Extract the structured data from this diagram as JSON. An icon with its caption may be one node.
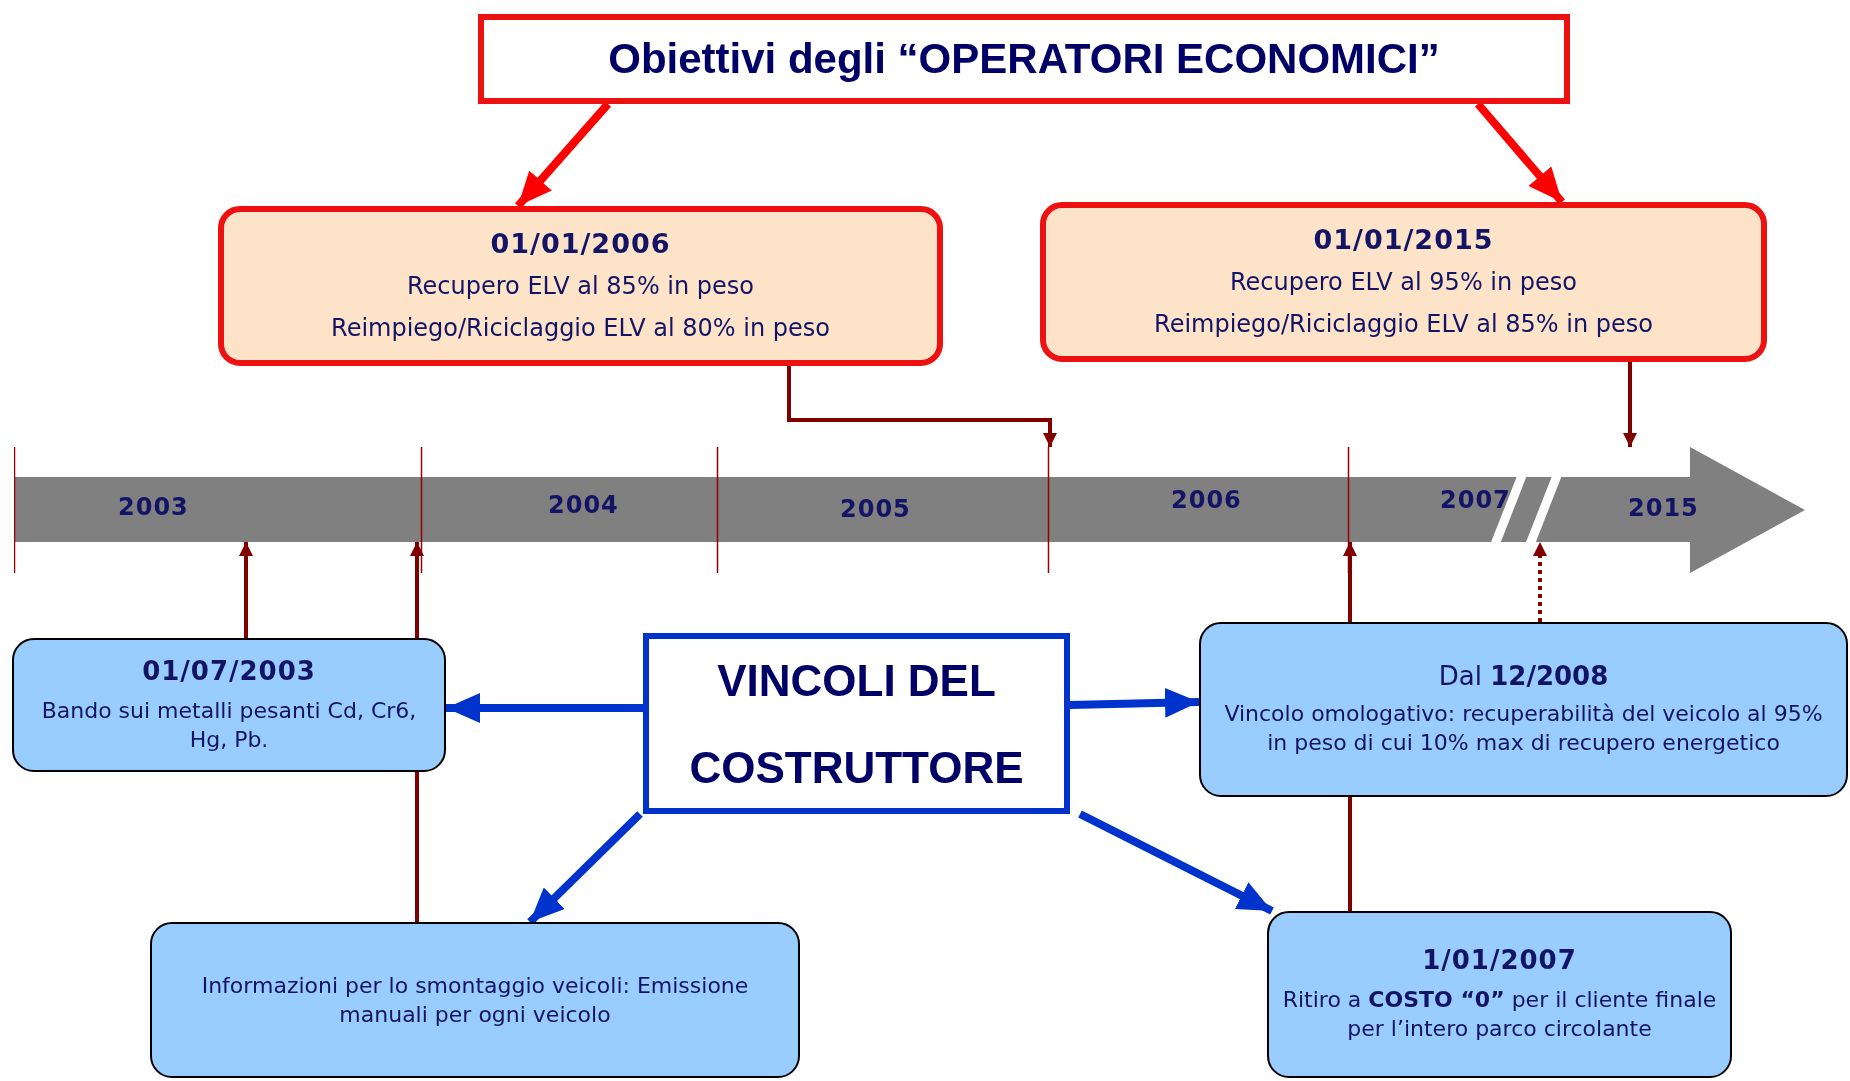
{
  "diagram": {
    "nodes": [
      {
        "text": [
          "Obiettivi degli “OPERATORI ECONOMICI”"
        ]
      },
      {
        "text": [
          "01/01/2006",
          "Recupero ELV al 85% in peso",
          "Reimpiego/Riciclaggio ELV al 80% in peso"
        ]
      },
      {
        "text": [
          "01/01/2015",
          "Recupero ELV al 95% in peso",
          "Reimpiego/Riciclaggio ELV al 85% in peso"
        ]
      },
      {
        "text": [],
        "shape": "arrow"
      },
      {
        "text": [
          "VINCOLI DEL COSTRUTTORE"
        ]
      },
      {
        "text": [
          "01/07/2003",
          "Bando sui metalli pesanti Cd, Cr6, Hg, Pb."
        ]
      },
      {
        "text": [
          "Dal **12/2008**",
          "Vincolo omologativo: recuperabilità del veicolo al 95% in peso di cui 10% max di recupero energetico"
        ]
      },
      {
        "text": [
          "Informazioni per lo smontaggio veicoli: Emissione manuali per ogni veicolo"
        ]
      },
      {
        "text": [
          "1/01/2007",
          "Ritiro a **COSTO “0”** per il cliente finale per l’intero parco circolante"
        ]
      }
    ],
    "edges": [
      {
        "from": 0,
        "to": 1,
        "arrow": "to",
        "style": "thick",
        "color": "#ff0000"
      },
      {
        "from": 0,
        "to": 2,
        "arrow": "to",
        "style": "thick",
        "color": "#ff0000"
      },
      {
        "from": 1,
        "to": 3,
        "arrow": "to"
      },
      {
        "from": 2,
        "to": 3,
        "arrow": "to"
      },
      {
        "from": 5,
        "to": 3,
        "arrow": "to"
      },
      {
        "from": 7,
        "to": 5,
        "arrow": "none"
      },
      {
        "from": 6,
        "to": 3,
        "arrow": "to",
        "style": "dashed"
      },
      {
        "from": 8,
        "to": 6,
        "arrow": "none"
      },
      {
        "from": 4,
        "to": 5,
        "arrow": "to",
        "style": "thick",
        "color": "#0033cc"
      },
      {
        "from": 4,
        "to": 6,
        "arrow": "to",
        "style": "thick",
        "color": "#0033cc"
      },
      {
        "from": 4,
        "to": 7,
        "arrow": "to",
        "style": "thick",
        "color": "#0033cc"
      },
      {
        "from": 4,
        "to": 8,
        "arrow": "to",
        "style": "thick",
        "color": "#0033cc"
      },
      {
        "from": 5,
        "to": 3,
        "arrow": "to"
      },
      {
        "from": 6,
        "to": 3,
        "arrow": "to"
      }
    ],
    "labels": [
      "2003",
      "2004",
      "2005",
      "2006",
      "2007",
      "2015"
    ]
  }
}
